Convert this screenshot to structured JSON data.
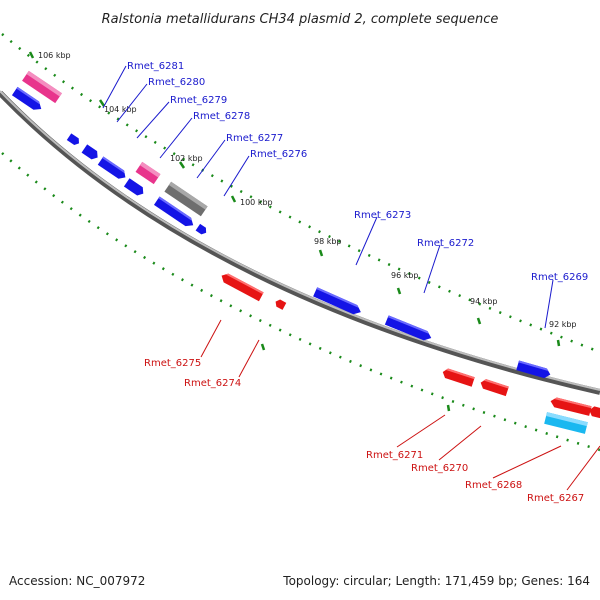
{
  "title": "Ralstonia metallidurans CH34 plasmid 2, complete sequence",
  "footer": {
    "accession": "Accession: NC_007972",
    "summary": "Topology: circular; Length: 171,459 bp; Genes: 164"
  },
  "ticks": [
    {
      "label": "106 kbp"
    },
    {
      "label": "104 kbp"
    },
    {
      "label": "102 kbp"
    },
    {
      "label": "100 kbp"
    },
    {
      "label": "98 kbp"
    },
    {
      "label": "96 kbp"
    },
    {
      "label": "94 kbp"
    },
    {
      "label": "92 kbp"
    }
  ],
  "forward_genes": [
    {
      "label": "Rmet_6281"
    },
    {
      "label": "Rmet_6280"
    },
    {
      "label": "Rmet_6279"
    },
    {
      "label": "Rmet_6278"
    },
    {
      "label": "Rmet_6277"
    },
    {
      "label": "Rmet_6276"
    },
    {
      "label": "Rmet_6273"
    },
    {
      "label": "Rmet_6272"
    },
    {
      "label": "Rmet_6269"
    }
  ],
  "reverse_genes": [
    {
      "label": "Rmet_6275"
    },
    {
      "label": "Rmet_6274"
    },
    {
      "label": "Rmet_6271"
    },
    {
      "label": "Rmet_6270"
    },
    {
      "label": "Rmet_6268"
    },
    {
      "label": "Rmet_6267"
    }
  ],
  "colors": {
    "forward": "#1414e6",
    "reverse": "#e61414",
    "pink": "#e8348c",
    "gray": "#6e6e6e",
    "cyan": "#1ab8f0",
    "tick": "#1a8a1a",
    "backbone": "#888888",
    "label_blue": "#1a1acd",
    "label_red": "#cc1111"
  }
}
